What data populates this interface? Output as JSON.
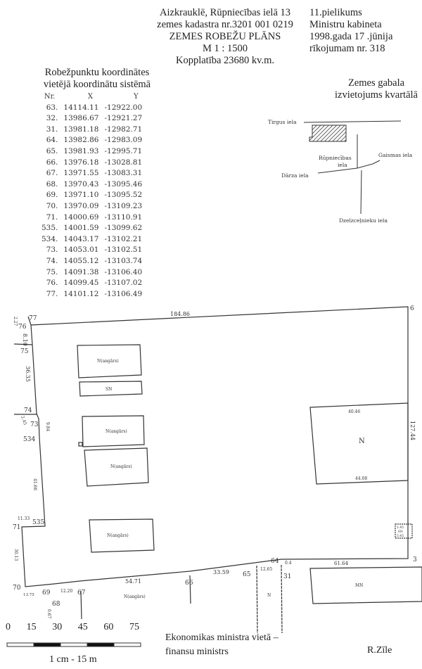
{
  "header": {
    "address": "Aizkrauklē, Rūpniecības ielā 13",
    "cadastre": "zemes kadastra nr.3201 001 0219",
    "title": "ZEMES ROBEŽU PLĀNS",
    "scale": "M 1 : 1500",
    "area": "Kopplatība 23680 kv.m."
  },
  "reference": {
    "line1": "11.pielikums",
    "line2": "Ministru kabineta",
    "line3": "1998.gada  17 .jūnija",
    "line4": "rīkojumam nr. 318"
  },
  "coordinates": {
    "title1": "Robežpunktu koordinātes",
    "title2": "vietējā koordinātu sistēmā",
    "headers": [
      "Nr.",
      "X",
      "Y"
    ],
    "rows": [
      [
        "63.",
        "14114.11",
        "-12922.00"
      ],
      [
        "32.",
        "13986.67",
        "-12921.27"
      ],
      [
        "31.",
        "13981.18",
        "-12982.71"
      ],
      [
        "64.",
        "13982.86",
        "-12983.09"
      ],
      [
        "65.",
        "13981.93",
        "-12995.71"
      ],
      [
        "66.",
        "13976.18",
        "-13028.81"
      ],
      [
        "67.",
        "13971.55",
        "-13083.31"
      ],
      [
        "68.",
        "13970.43",
        "-13095.46"
      ],
      [
        "69.",
        "13971.10",
        "-13095.52"
      ],
      [
        "70.",
        "13970.09",
        "-13109.23"
      ],
      [
        "71.",
        "14000.69",
        "-13110.91"
      ],
      [
        "535.",
        "14001.59",
        "-13099.62"
      ],
      [
        "534.",
        "14043.17",
        "-13102.21"
      ],
      [
        "73.",
        "14053.01",
        "-13102.51"
      ],
      [
        "74.",
        "14055.12",
        "-13103.74"
      ],
      [
        "75.",
        "14091.38",
        "-13106.40"
      ],
      [
        "76.",
        "14099.45",
        "-13107.02"
      ],
      [
        "77.",
        "14101.12",
        "-13106.49"
      ]
    ]
  },
  "location_map": {
    "title1": "Zemes gabala",
    "title2": "izvietojums kvartālā",
    "streets": [
      "Tirgus iela",
      "Rūpniecības",
      "iela",
      "Gaismas iela",
      "Dārza iela",
      "Dzelzceļnieku iela"
    ]
  },
  "plan": {
    "points": {
      "p77": "77",
      "p76": "76",
      "p75": "75",
      "p74": "74",
      "p73": "73",
      "p534": "534",
      "p535": "535",
      "p71": "71",
      "p70": "70",
      "p69": "69",
      "p68": "68",
      "p67": "67",
      "p66": "66",
      "p65": "65",
      "p64": "64",
      "p31": "31",
      "p3": "3",
      "p6": "6"
    },
    "dimensions": {
      "top": "184.86",
      "d7776": "2.27",
      "d7675": "8.10",
      "d7574": "36.35",
      "d7473": "2.45",
      "d73534": "9.84",
      "d534535": "41.66",
      "d53571": "11.33",
      "d7170": "30.13",
      "d7069": "13.75",
      "d6867": "12.20",
      "d6766": "54.71",
      "d6665": "33.59",
      "d6531": "12.65",
      "d313": "61.64",
      "right": "127.44",
      "bldg_top": "40.46",
      "bldg_bottom": "44.08",
      "d6968": "0.67",
      "d6431": "0.4"
    },
    "buildings": {
      "hangar": "N(angārs)",
      "sn": "SN",
      "n": "N",
      "mn": "MN",
      "small": "6N",
      "small_a": "1.45",
      "small_b": "5.45",
      "garage": "N"
    }
  },
  "scale_bar": {
    "ticks": [
      "0",
      "15",
      "30",
      "45",
      "60",
      "75"
    ],
    "unit": "1 cm - 15 m"
  },
  "signature": {
    "role1": "Ekonomikas ministra vietā –",
    "role2": "finansu ministrs",
    "name": "R.Zīle"
  }
}
